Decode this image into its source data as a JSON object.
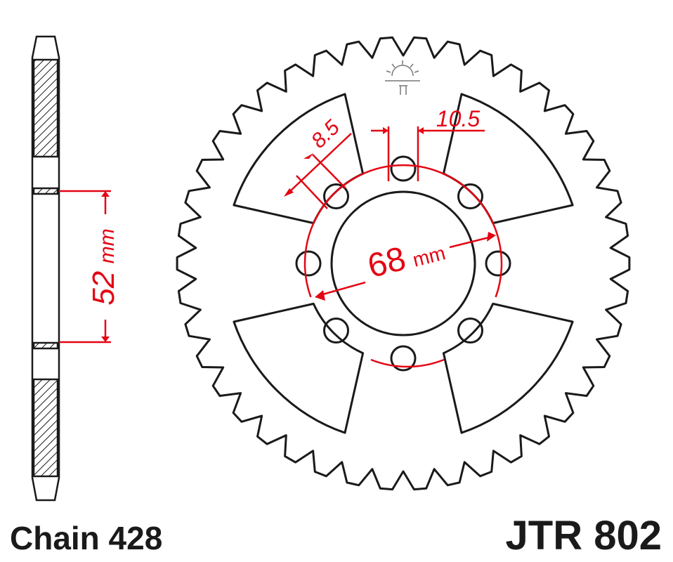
{
  "diagram": {
    "chain_label": "Chain 428",
    "part_number": "JTR 802",
    "side_dimension": {
      "value": "52",
      "unit": "mm"
    },
    "pcd_dimension": {
      "value": "68",
      "unit": "mm"
    },
    "bolt_hole_dimension": "8.5",
    "slot_dimension": "10.5",
    "colors": {
      "outline": "#1a1a1a",
      "dimension": "#e30613",
      "background": "#ffffff"
    }
  }
}
